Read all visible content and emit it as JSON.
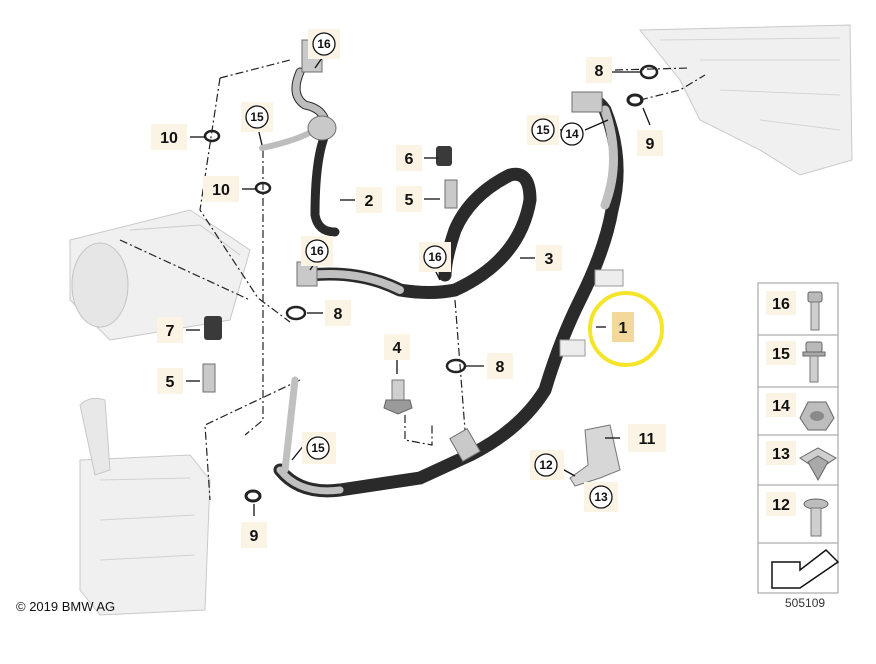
{
  "callouts": {
    "c1": "1",
    "c2": "2",
    "c3": "3",
    "c4": "4",
    "c5a": "5",
    "c5b": "5",
    "c6": "6",
    "c7": "7",
    "c8a": "8",
    "c8b": "8",
    "c8c": "8",
    "c9a": "9",
    "c9b": "9",
    "c10a": "10",
    "c10b": "10",
    "c11": "11"
  },
  "circles": {
    "c12": "12",
    "c13": "13",
    "c14": "14",
    "c15a": "15",
    "c15b": "15",
    "c15c": "15",
    "c16a": "16",
    "c16b": "16",
    "c16c": "16"
  },
  "sidebar": {
    "items": [
      {
        "label": "16",
        "icon": "bolt-icon"
      },
      {
        "label": "15",
        "icon": "flange-bolt-icon"
      },
      {
        "label": "14",
        "icon": "hex-nut-icon"
      },
      {
        "label": "13",
        "icon": "cage-nut-icon"
      },
      {
        "label": "12",
        "icon": "washer-screw-icon"
      }
    ],
    "arrow_icon": "direction-arrow-icon"
  },
  "copyright": "© 2019 BMW AG",
  "diagram_ref": "505109",
  "highlight_color": "#f5e52a"
}
